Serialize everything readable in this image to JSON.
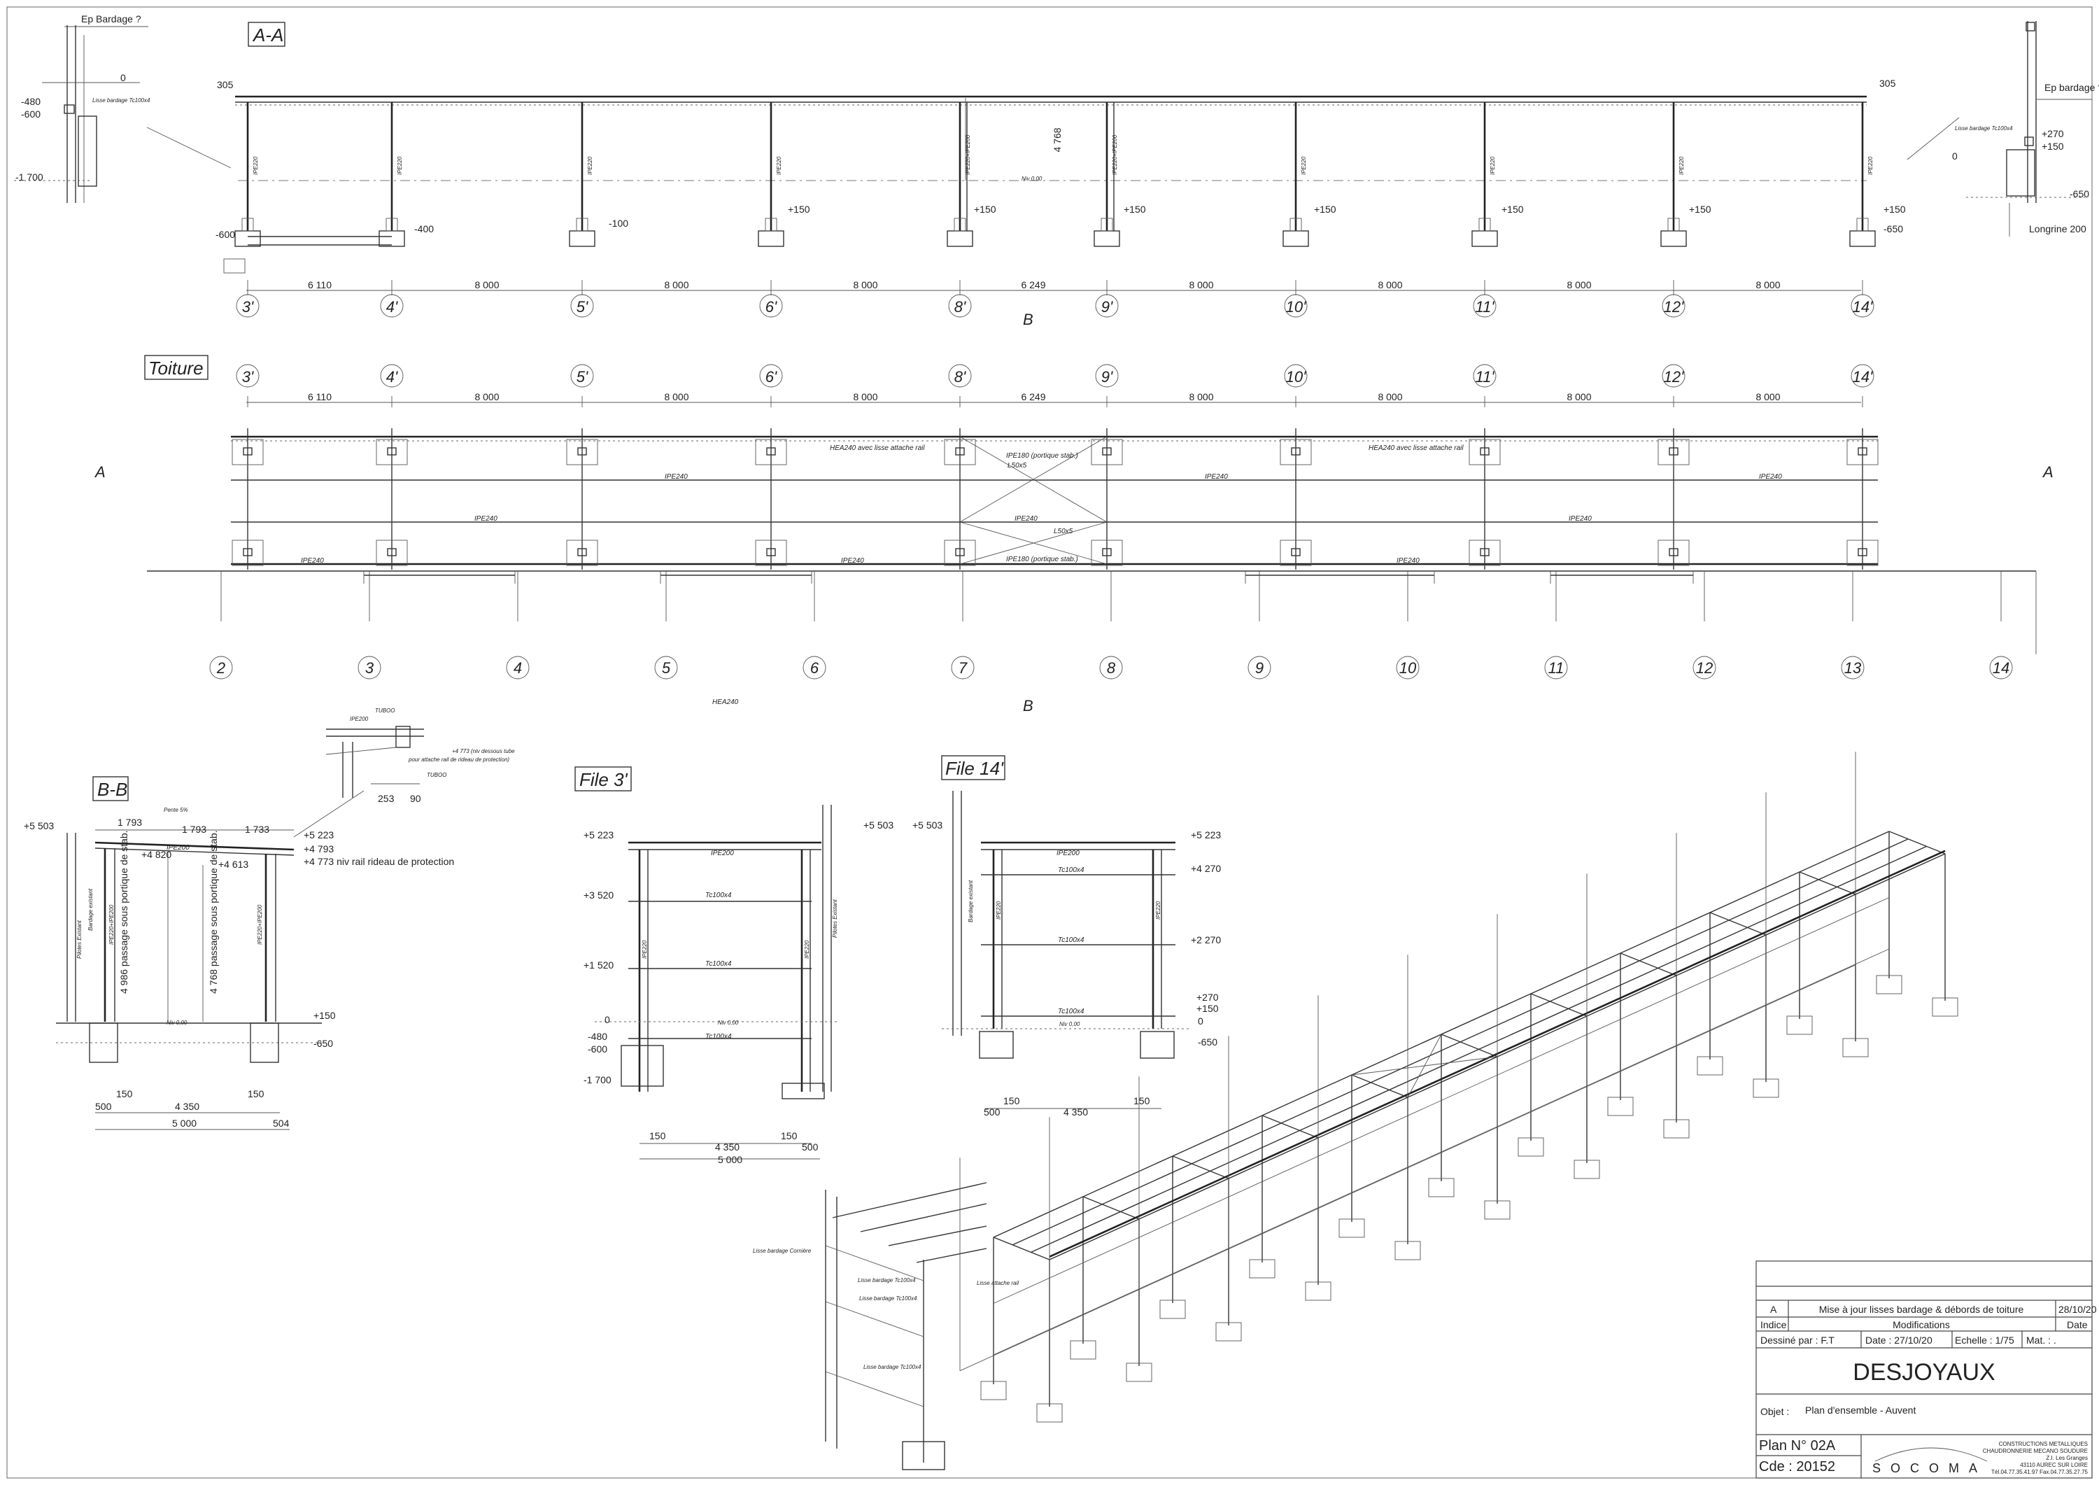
{
  "views": {
    "section_aa": {
      "title": "A-A",
      "top_left_dim": "305",
      "top_right_dim": "305",
      "height_dim": "4 768",
      "axes": [
        "3'",
        "4'",
        "5'",
        "6'",
        "8'",
        "9'",
        "10'",
        "11'",
        "12'",
        "14'"
      ],
      "spacings": [
        "6 110",
        "8 000",
        "8 000",
        "8 000",
        "6 249",
        "8 000",
        "8 000",
        "8 000",
        "8 000"
      ],
      "levels": [
        "-600",
        "-400",
        "-100",
        "+150",
        "+150",
        "+150",
        "+150",
        "+150",
        "+150",
        "+150",
        "-650"
      ],
      "section_mark": "B",
      "column_labels": [
        "IPE220",
        "IPE220",
        "IPE220",
        "IPE220",
        "IPE220+IPE200",
        "IPE220+IPE200",
        "IPE220",
        "IPE220",
        "IPE220",
        "IPE220"
      ],
      "niv_label": "Niv 0,00"
    },
    "detail_left": {
      "label": "Ep Bardage ?",
      "levels": [
        "0",
        "-480",
        "-600",
        "-1 700"
      ],
      "note": "Lisse bardage Tc100x4"
    },
    "detail_right": {
      "label": "Ep bardage ?",
      "levels": [
        "+270",
        "+150",
        "0",
        "-650"
      ],
      "note": "Lisse bardage Tc100x4",
      "bottom_label": "Longrine 200"
    },
    "roof_plan": {
      "title": "Toiture",
      "axes": [
        "3'",
        "4'",
        "5'",
        "6'",
        "8'",
        "9'",
        "10'",
        "11'",
        "12'",
        "14'"
      ],
      "spacings": [
        "6 110",
        "8 000",
        "8 000",
        "8 000",
        "6 249",
        "8 000",
        "8 000",
        "8 000",
        "8 000"
      ],
      "bottom_axes": [
        "2",
        "3",
        "4",
        "5",
        "6",
        "7",
        "8",
        "9",
        "10",
        "11",
        "12",
        "13",
        "14"
      ],
      "section_a": "A",
      "section_b": "B",
      "member_labels": [
        "HEA240 avec lisse attache rail",
        "HEA240 avec lisse attache rail",
        "IPE180 (portique stab.)",
        "L50x5",
        "IPE240",
        "IPE240",
        "IPE240",
        "IPE240",
        "IPE240",
        "IPE240",
        "L50x5",
        "IPE180 (portique stab.)",
        "IPE240",
        "IPE240",
        "IPE240"
      ],
      "hea_below": "HEA240"
    },
    "section_bb": {
      "title": "B-B",
      "slope": "Pente 5%",
      "top_dims": [
        "1 793",
        "1 793",
        "1 733"
      ],
      "levels": [
        "+5 503",
        "+5 223",
        "+4 793",
        "+4 773 niv rail rideau de protection",
        "+4 820",
        "+4 613",
        "+150",
        "-650"
      ],
      "vertical_notes": [
        "4 986 passage sous portique de stab.",
        "4 768 passage sous portique de stab."
      ],
      "beam": "IPE200",
      "columns": [
        "IPE220+IPE200",
        "IPE220+IPE200"
      ],
      "side_notes": [
        "Pilotes Existant",
        "Bardage existant"
      ],
      "bottom_dims": [
        "500",
        "150",
        "4 350",
        "150",
        "5 000",
        "504"
      ],
      "detail_labels": [
        "TUBOO",
        "IPE200",
        "TUBOO"
      ],
      "detail_note_1": "+4 773 (niv dessous tube",
      "detail_note_2": "pour attache rail de rideau de protection)",
      "detail_dims": [
        "253",
        "90"
      ],
      "niv_label": "Niv 0,00"
    },
    "file3": {
      "title": "File 3'",
      "levels_left": [
        "+5 223",
        "+3 520",
        "+1 520",
        "0",
        "-480",
        "-600",
        "-1 700"
      ],
      "level_right": "+5 503",
      "members": [
        "IPE200",
        "Tc100x4",
        "Tc100x4",
        "Tc100x4"
      ],
      "columns": [
        "IPE220",
        "IPE220"
      ],
      "bottom_dims": [
        "150",
        "150",
        "4 350",
        "500",
        "5 000"
      ],
      "side_note": "Pilotes Existant",
      "niv_label": "Niv 0,00"
    },
    "file14": {
      "title": "File 14'",
      "level_left": "+5 503",
      "levels_right": [
        "+5 223",
        "+4 270",
        "+2 270",
        "+270",
        "+150",
        "0",
        "-650"
      ],
      "members": [
        "IPE200",
        "Tc100x4",
        "Tc100x4",
        "Tc100x4"
      ],
      "columns": [
        "IPE220",
        "IPE220"
      ],
      "bottom_dims": [
        "150",
        "150",
        "4 350",
        "500"
      ],
      "side_note": "Bardage existant",
      "niv_label": "Niv 0,00"
    },
    "iso_detail": {
      "labels": [
        "Lisse bardage Cornière",
        "Lisse bardage Tc100x4",
        "Lisse attache rail",
        "Lisse bardage Tc100x4",
        "Lisse bardage Tc100x4"
      ]
    }
  },
  "title_block": {
    "revision": {
      "index": "A",
      "description": "Mise à jour lisses bardage & débords de toiture",
      "date": "28/10/20"
    },
    "headers": {
      "index": "Indice",
      "modifications": "Modifications",
      "date": "Date"
    },
    "drawn_by": "Dessiné par : F.T",
    "date": "Date : 27/10/20",
    "scale": "Echelle : 1/75",
    "material": "Mat. : .",
    "client": "DESJOYAUX",
    "object_label": "Objet :",
    "object": "Plan d'ensemble - Auvent",
    "plan_no": "Plan N°  02A",
    "order_no": "Cde :  20152",
    "company": {
      "line1": "CONSTRUCTIONS METALLIQUES",
      "line2": "CHAUDRONNERIE MECANO SOUDURE",
      "line3": "Z.I. Les Granges",
      "line4": "43110 AUREC SUR LOIRE",
      "line5": "Tél.04.77.35.41.97 Fax.04.77.35.27.75",
      "logo": "SOCOMA"
    }
  }
}
